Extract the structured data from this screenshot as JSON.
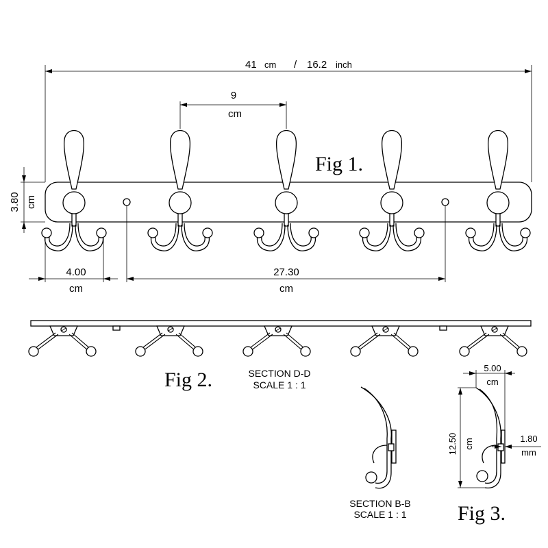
{
  "fig1": {
    "label": "Fig 1.",
    "overall_cm": "41",
    "overall_cm_unit": "cm",
    "overall_sep": "/",
    "overall_inch": "16.2",
    "overall_inch_unit": "inch",
    "hook_spacing": "9",
    "hook_spacing_unit": "cm",
    "bar_height": "3.80",
    "bar_height_unit": "cm",
    "hook_width": "4.00",
    "hook_width_unit": "cm",
    "hole_spacing": "27.30",
    "hole_spacing_unit": "cm"
  },
  "fig2": {
    "label": "Fig 2.",
    "section_title": "SECTION D-D",
    "scale": "SCALE 1 : 1"
  },
  "fig3": {
    "label": "Fig 3.",
    "section_title": "SECTION B-B",
    "scale": "SCALE 1 : 1",
    "depth": "5.00",
    "depth_unit": "cm",
    "height": "12.50",
    "height_unit": "cm",
    "thickness": "1.80",
    "thickness_unit": "mm"
  }
}
